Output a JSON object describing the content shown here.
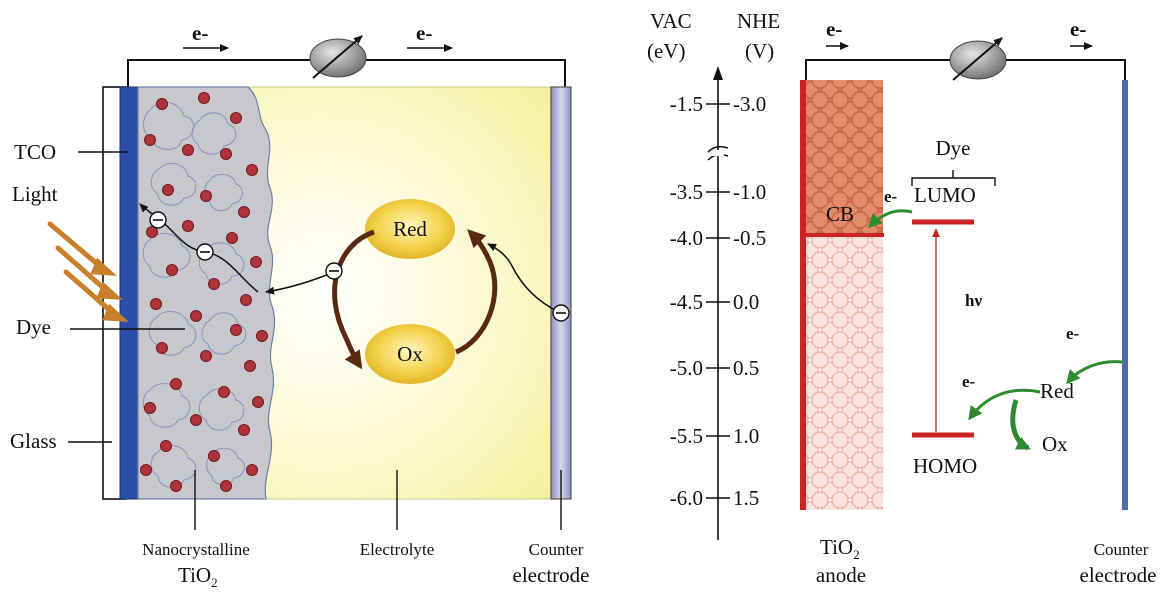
{
  "left_panel": {
    "electron_arrow_label": "e-",
    "labels": {
      "tco": "TCO",
      "light": "Light",
      "dye": "Dye",
      "glass": "Glass",
      "red": "Red",
      "ox": "Ox",
      "nanocrystalline": "Nanocrystalline",
      "tio2_main": "TiO",
      "tio2_sub": "2",
      "electrolyte": "Electrolyte",
      "counter": "Counter",
      "electrode": "electrode"
    },
    "electron_symbol": "⊖"
  },
  "right_panel": {
    "electron_arrow_label": "e-",
    "axis_headers": {
      "vac_title": "VAC",
      "vac_unit": "(eV)",
      "nhe_title": "NHE",
      "nhe_unit": "(V)"
    },
    "vac_ticks": [
      "-1.5",
      "-3.5",
      "-4.0",
      "-4.5",
      "-5.0",
      "-5.5",
      "-6.0"
    ],
    "nhe_ticks": [
      "-3.0",
      "-1.0",
      "-0.5",
      "0.0",
      "0.5",
      "1.0",
      "1.5"
    ],
    "labels": {
      "dye": "Dye",
      "cb": "CB",
      "lumo": "LUMO",
      "homo": "HOMO",
      "hv": "hν",
      "red": "Red",
      "ox": "Ox",
      "electron": "e-",
      "tio2_main": "TiO",
      "tio2_sub": "2",
      "anode": "anode",
      "counter": "Counter",
      "electrode": "electrode"
    }
  },
  "colors": {
    "tco_blue": "#2b4fa8",
    "counter_electrode": "#b8b8dc",
    "electrolyte": "#f8f6a8",
    "redox_ellipse": "#f1cd3c",
    "redox_arrow": "#5a2a10",
    "tio2_orange": "#d66a4a",
    "anode_red": "#cc2222",
    "green_arrow": "#2e8b2e",
    "particle_gray": "#c9c9cc",
    "dye_dot": "#b0323b"
  }
}
